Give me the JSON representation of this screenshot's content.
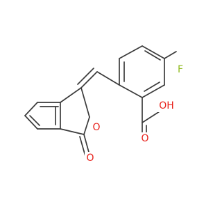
{
  "molecule": {
    "atoms": {
      "fluorine": {
        "label": "F",
        "color": "#8fba1e"
      },
      "hydroxyl": {
        "label": "OH",
        "color": "#e8201a"
      },
      "carbonyl_acid": {
        "label": "O",
        "color": "#e8201a"
      },
      "ring_oxygen": {
        "label": "O",
        "color": "#e8201a"
      },
      "lactone_carbonyl": {
        "label": "O",
        "color": "#e8201a"
      }
    },
    "bond_color": "#3a3a3a"
  }
}
